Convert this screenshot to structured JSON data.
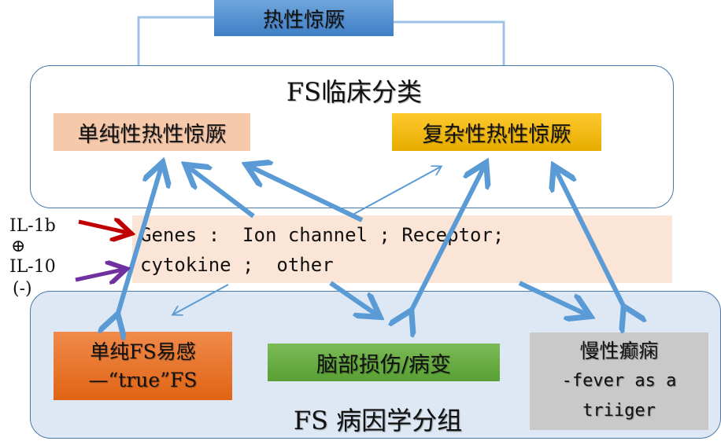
{
  "top": {
    "title": "热性惊厥"
  },
  "clinical": {
    "title": "FS临床分类",
    "simple": "单纯性热性惊厥",
    "complex": "复杂性热性惊厥"
  },
  "genes": {
    "line1": "Genes :  Ion channel ; Receptor;",
    "line2": "cytokine ;  other"
  },
  "modulators": {
    "il1b": "IL-1b",
    "plus": "⊕",
    "il10": "IL-10",
    "minus": "(-)"
  },
  "etiology": {
    "title": "FS 病因学分组",
    "true_fs_line1": "单纯FS易感",
    "true_fs_line2": "—“true”FS",
    "brain": "脑部损伤/病变",
    "epilepsy_line1": "慢性癫痫",
    "epilepsy_line2": "-fever as a",
    "epilepsy_line3": "triiger"
  },
  "colors": {
    "arrow_blue": "#5b9bd5",
    "il1b_arrow": "#c00000",
    "il10_arrow": "#7030a0",
    "connector": "#9dc3e6"
  }
}
